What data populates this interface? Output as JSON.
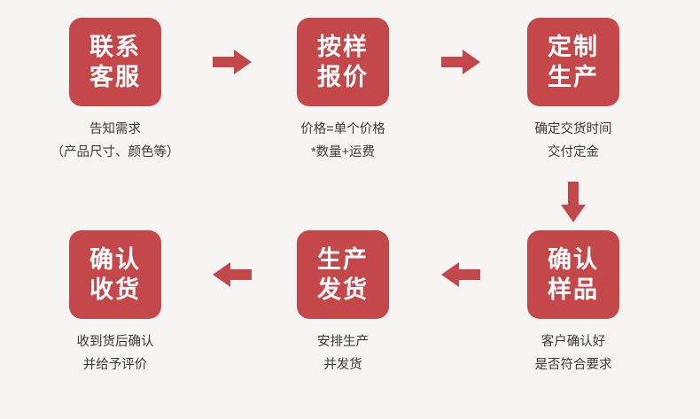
{
  "theme": {
    "background": "#f7f5f3",
    "accent": "#c4474a",
    "box_text": "#ffffff",
    "caption_text": "#3a3a3a"
  },
  "steps": [
    {
      "id": "contact-service",
      "title_lines": [
        "联系",
        "客服"
      ],
      "caption_lines": [
        "告知需求",
        "（产品尺寸、颜色等）"
      ]
    },
    {
      "id": "quote-by-sample",
      "title_lines": [
        "按样",
        "报价"
      ],
      "caption_lines": [
        "价格=单个价格",
        "*数量+运费"
      ]
    },
    {
      "id": "custom-production",
      "title_lines": [
        "定制",
        "生产"
      ],
      "caption_lines": [
        "确定交货时间",
        "交付定金"
      ]
    },
    {
      "id": "confirm-sample",
      "title_lines": [
        "确认",
        "样品"
      ],
      "caption_lines": [
        "客户确认好",
        "是否符合要求"
      ]
    },
    {
      "id": "produce-and-ship",
      "title_lines": [
        "生产",
        "发货"
      ],
      "caption_lines": [
        "安排生产",
        "并发货"
      ]
    },
    {
      "id": "confirm-receipt",
      "title_lines": [
        "确认",
        "收货"
      ],
      "caption_lines": [
        "收到货后确认",
        "并给予评价"
      ]
    }
  ],
  "arrows": [
    {
      "id": "arrow-1",
      "direction": "right"
    },
    {
      "id": "arrow-2",
      "direction": "right"
    },
    {
      "id": "arrow-3",
      "direction": "down"
    },
    {
      "id": "arrow-4",
      "direction": "left"
    },
    {
      "id": "arrow-5",
      "direction": "left"
    }
  ]
}
